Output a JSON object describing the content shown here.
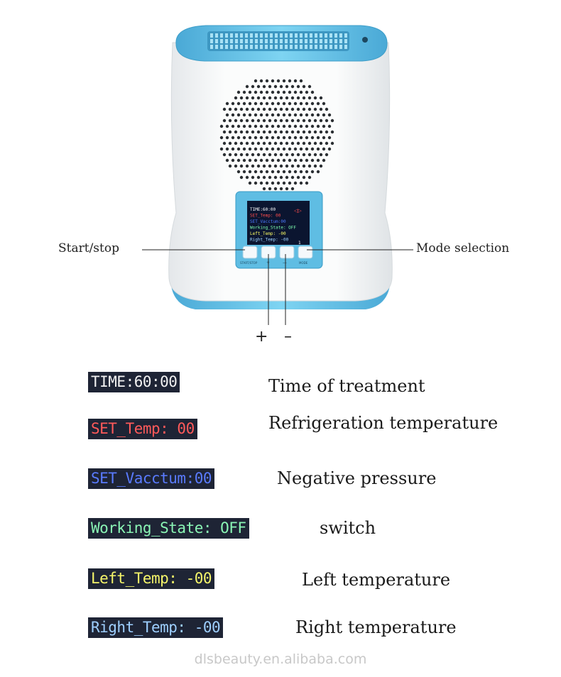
{
  "device": {
    "screen_lines": [
      {
        "text": "TIME:60:00",
        "color": "#ffffff"
      },
      {
        "text": "SET_Temp: 00",
        "color": "#ff4d4d"
      },
      {
        "text": "SET_Vacctum:00",
        "color": "#4d7bff"
      },
      {
        "text": "Working_State:  OFF",
        "color": "#7dffb0"
      },
      {
        "text": "Left_Temp:  -00",
        "color": "#ffff66"
      },
      {
        "text": "Right_Temp: -00",
        "color": "#9fd4ff"
      }
    ],
    "screen_value": "1",
    "button_labels": [
      "START/STOP",
      "+",
      "—",
      "MODE"
    ]
  },
  "callouts": {
    "start_stop": "Start/stop",
    "mode_selection": "Mode selection",
    "plus": "+",
    "minus": "–"
  },
  "legend": [
    {
      "display": "TIME:60:00",
      "color": "#f2f2f2",
      "description": "Time of treatment"
    },
    {
      "display": "SET_Temp: 00",
      "color": "#ff5a5a",
      "description": "Refrigeration temperature"
    },
    {
      "display": "SET_Vacctum:00",
      "color": "#5a7bff",
      "description": "Negative pressure"
    },
    {
      "display": "Working_State:  OFF",
      "color": "#8af5b5",
      "description": "switch"
    },
    {
      "display": "Left_Temp:  -00",
      "color": "#f5f56a",
      "description": "Left temperature"
    },
    {
      "display": "Right_Temp: -00",
      "color": "#9ecfff",
      "description": "Right temperature"
    }
  ],
  "watermark": "dlsbeauty.en.alibaba.com",
  "colors": {
    "accent_blue": "#5fc1e6",
    "body_white": "#f7f8f9",
    "screen_bg": "#0b1530",
    "screen_frame": "#5fbde3"
  }
}
